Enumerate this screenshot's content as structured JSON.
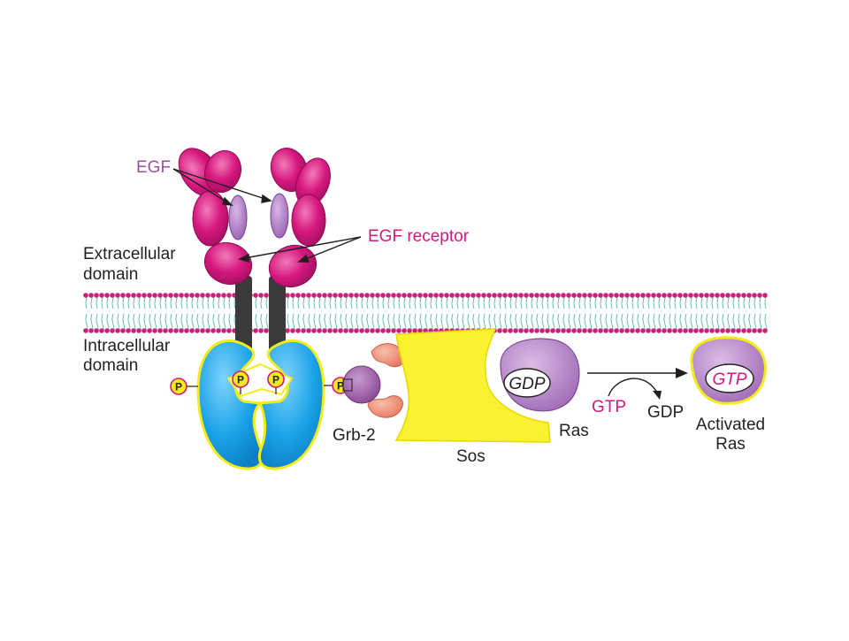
{
  "labels": {
    "egf": "EGF",
    "egf_receptor": "EGF receptor",
    "extracellular_1": "Extracellular",
    "extracellular_2": "domain",
    "intracellular_1": "Intracellular",
    "intracellular_2": "domain",
    "grb2": "Grb-2",
    "sos": "Sos",
    "ras": "Ras",
    "gdp_in_ras": "GDP",
    "gtp_in": "GTP",
    "gdp_out": "GDP",
    "gtp_in_active": "GTP",
    "activated_1": "Activated",
    "activated_2": "Ras",
    "phospho": "P"
  },
  "colors": {
    "receptor_magenta": "#d6177f",
    "egf_purple": "#a777bd",
    "intracellular_blue": "#1aa3e8",
    "outline_yellow": "#f3ec19",
    "sos_yellow": "#f8f233",
    "grb2_purple": "#9d5aa6",
    "grb2_salmon": "#f0907a",
    "membrane_teal": "#4fbfa3",
    "membrane_head": "#c8217a",
    "stalk_dark": "#3a3a3a"
  },
  "icons": [
    "phosphate-icon",
    "arrow-icon"
  ]
}
